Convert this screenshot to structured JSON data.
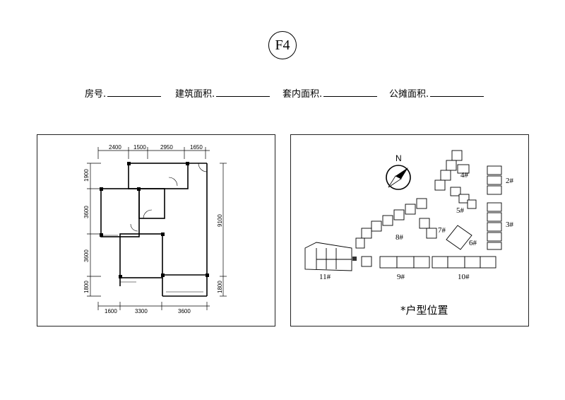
{
  "unit_code": "F4",
  "fields": [
    {
      "label": "房号."
    },
    {
      "label": "建筑面积."
    },
    {
      "label": "套内面积."
    },
    {
      "label": "公摊面积."
    }
  ],
  "floor_plan": {
    "top_dimensions": [
      "2400",
      "1500",
      "2950",
      "1650"
    ],
    "bottom_dimensions": [
      "1600",
      "3300",
      "3600"
    ],
    "left_dimensions": [
      "1900",
      "3600",
      "3600",
      "1800"
    ],
    "right_dimensions": [
      "9100",
      "1800"
    ]
  },
  "site_plan": {
    "compass_label": "N",
    "buildings": [
      "2#",
      "3#",
      "4#",
      "5#",
      "6#",
      "7#",
      "8#",
      "9#",
      "10#",
      "11#"
    ],
    "caption": "*户型位置"
  }
}
